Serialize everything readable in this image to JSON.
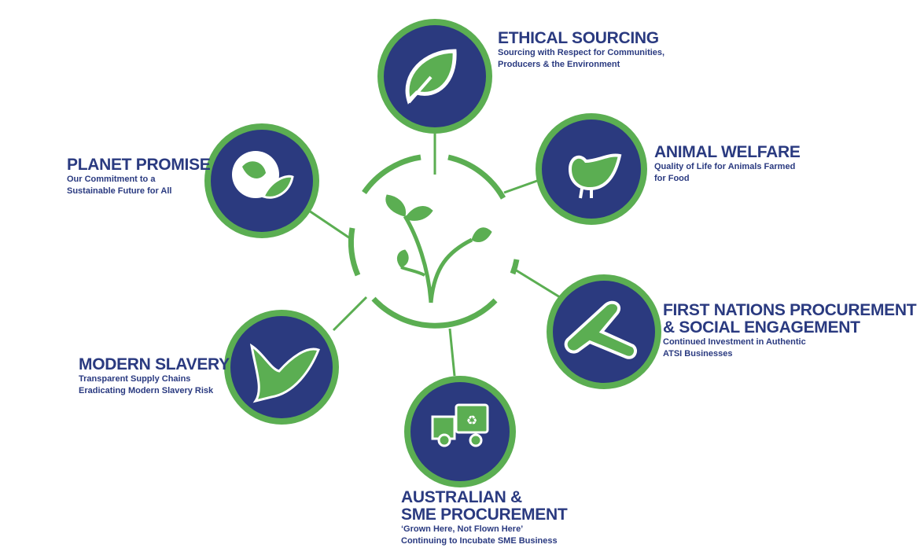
{
  "colors": {
    "navy": "#2b3a7f",
    "green": "#5bae52",
    "shadow": "#1e2a5e"
  },
  "pillars": [
    {
      "icon": "leaf-icon",
      "title": "ETHICAL SOURCING",
      "subtitle": [
        "Sourcing with Respect for Communities,",
        "Producers & the Environment"
      ]
    },
    {
      "icon": "bird-icon",
      "title": "ANIMAL WELFARE",
      "subtitle": [
        "Quality of Life for Animals Farmed",
        "for Food"
      ]
    },
    {
      "icon": "boomerang-icon",
      "title": [
        "FIRST NATIONS PROCUREMENT",
        "& SOCIAL ENGAGEMENT"
      ],
      "subtitle": [
        "Continued Investment in Authentic",
        "ATSI Businesses"
      ]
    },
    {
      "icon": "recycling-truck-icon",
      "title": [
        "AUSTRALIAN &",
        "SME PROCUREMENT"
      ],
      "subtitle": [
        "‘Grown Here, Not Flown Here’",
        "Continuing to Incubate SME Business"
      ]
    },
    {
      "icon": "dove-icon",
      "title": "MODERN SLAVERY",
      "subtitle": [
        "Transparent Supply Chains",
        "Eradicating Modern Slavery Risk"
      ]
    },
    {
      "icon": "globe-leaf-icon",
      "title": "PLANET PROMISE",
      "subtitle": [
        "Our Commitment to a",
        "Sustainable Future for All"
      ]
    }
  ]
}
